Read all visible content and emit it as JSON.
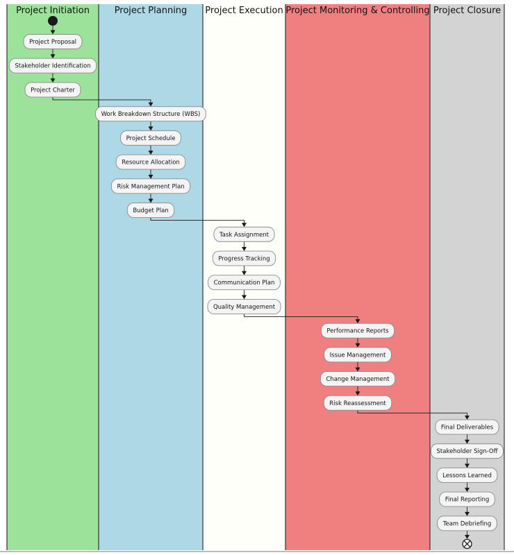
{
  "lanes": [
    {
      "title": "Project Initiation",
      "color": "#9de29a"
    },
    {
      "title": "Project Planning",
      "color": "#add8e6"
    },
    {
      "title": "Project Execution",
      "color": "#fffffa"
    },
    {
      "title": "Project Monitoring & Controlling",
      "color": "#f08080"
    },
    {
      "title": "Project Closure",
      "color": "#d3d3d3"
    }
  ],
  "activities": [
    {
      "lane": 0,
      "label": "Project Proposal"
    },
    {
      "lane": 0,
      "label": "Stakeholder Identification"
    },
    {
      "lane": 0,
      "label": "Project Charter"
    },
    {
      "lane": 1,
      "label": "Work Breakdown Structure (WBS)"
    },
    {
      "lane": 1,
      "label": "Project Schedule"
    },
    {
      "lane": 1,
      "label": "Resource Allocation"
    },
    {
      "lane": 1,
      "label": "Risk Management Plan"
    },
    {
      "lane": 1,
      "label": "Budget Plan"
    },
    {
      "lane": 2,
      "label": "Task Assignment"
    },
    {
      "lane": 2,
      "label": "Progress Tracking"
    },
    {
      "lane": 2,
      "label": "Communication Plan"
    },
    {
      "lane": 2,
      "label": "Quality Management"
    },
    {
      "lane": 3,
      "label": "Performance Reports"
    },
    {
      "lane": 3,
      "label": "Issue Management"
    },
    {
      "lane": 3,
      "label": "Change Management"
    },
    {
      "lane": 3,
      "label": "Risk Reassessment"
    },
    {
      "lane": 4,
      "label": "Final Deliverables"
    },
    {
      "lane": 4,
      "label": "Stakeholder Sign-Off"
    },
    {
      "lane": 4,
      "label": "Lessons Learned"
    },
    {
      "lane": 4,
      "label": "Final Reporting"
    },
    {
      "lane": 4,
      "label": "Team Debriefing"
    }
  ],
  "start_node": {
    "lane": 0
  },
  "end_node": {
    "lane": 4
  }
}
